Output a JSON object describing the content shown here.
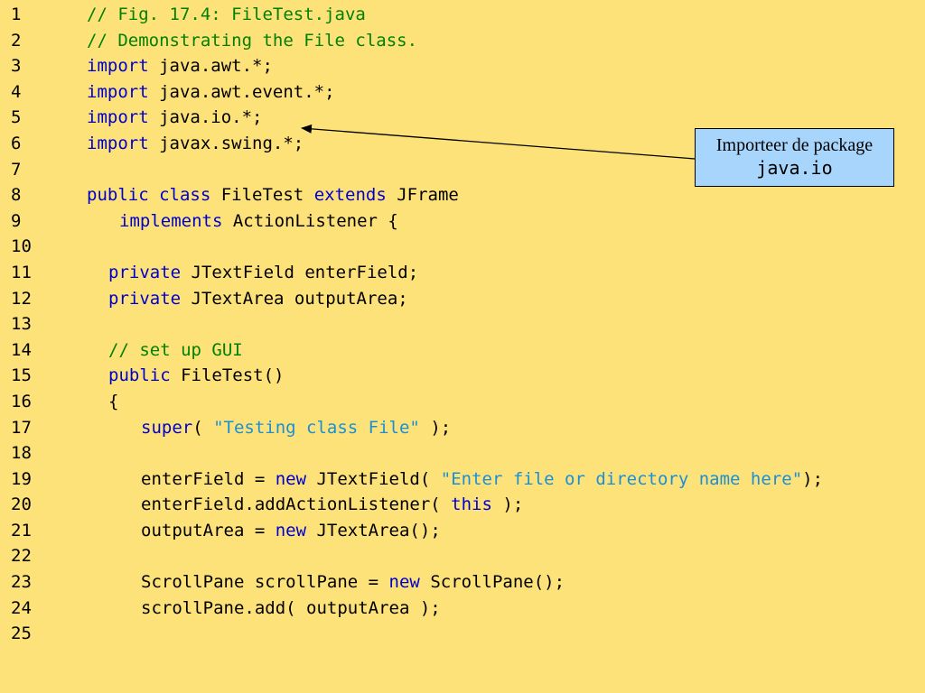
{
  "code": {
    "lines": [
      {
        "num": "1",
        "indent": 0,
        "tokens": [
          {
            "t": "// Fig. 17.4: FileTest.java",
            "c": "cm"
          }
        ]
      },
      {
        "num": "2",
        "indent": 0,
        "tokens": [
          {
            "t": "// Demonstrating the File class.",
            "c": "cm"
          }
        ]
      },
      {
        "num": "3",
        "indent": 0,
        "tokens": [
          {
            "t": "import",
            "c": "kw"
          },
          {
            "t": " java.awt.*;",
            "c": "pl"
          }
        ]
      },
      {
        "num": "4",
        "indent": 0,
        "tokens": [
          {
            "t": "import",
            "c": "kw"
          },
          {
            "t": " java.awt.event.*;",
            "c": "pl"
          }
        ]
      },
      {
        "num": "5",
        "indent": 0,
        "tokens": [
          {
            "t": "import",
            "c": "kw"
          },
          {
            "t": " java.io.*;",
            "c": "pl"
          }
        ]
      },
      {
        "num": "6",
        "indent": 0,
        "tokens": [
          {
            "t": "import",
            "c": "kw"
          },
          {
            "t": " javax.swing.*;",
            "c": "pl"
          }
        ]
      },
      {
        "num": "7",
        "indent": 0,
        "tokens": []
      },
      {
        "num": "8",
        "indent": 0,
        "tokens": [
          {
            "t": "public",
            "c": "kw"
          },
          {
            "t": " ",
            "c": "pl"
          },
          {
            "t": "class",
            "c": "kw"
          },
          {
            "t": " FileTest ",
            "c": "pl"
          },
          {
            "t": "extends",
            "c": "kw"
          },
          {
            "t": " JFrame",
            "c": "pl"
          }
        ]
      },
      {
        "num": "9",
        "indent": 3,
        "tokens": [
          {
            "t": "implements",
            "c": "kw"
          },
          {
            "t": " ActionListener {",
            "c": "pl"
          }
        ]
      },
      {
        "num": "10",
        "indent": 0,
        "tokens": []
      },
      {
        "num": "11",
        "indent": 2,
        "tokens": [
          {
            "t": "private",
            "c": "kw"
          },
          {
            "t": " JTextField enterField;",
            "c": "pl"
          }
        ]
      },
      {
        "num": "12",
        "indent": 2,
        "tokens": [
          {
            "t": "private",
            "c": "kw"
          },
          {
            "t": " JTextArea outputArea;",
            "c": "pl"
          }
        ]
      },
      {
        "num": "13",
        "indent": 0,
        "tokens": []
      },
      {
        "num": "14",
        "indent": 2,
        "tokens": [
          {
            "t": "// set up GUI",
            "c": "cm"
          }
        ]
      },
      {
        "num": "15",
        "indent": 2,
        "tokens": [
          {
            "t": "public",
            "c": "kw"
          },
          {
            "t": " FileTest()",
            "c": "pl"
          }
        ]
      },
      {
        "num": "16",
        "indent": 2,
        "tokens": [
          {
            "t": "{",
            "c": "pl"
          }
        ]
      },
      {
        "num": "17",
        "indent": 5,
        "tokens": [
          {
            "t": "super",
            "c": "kw"
          },
          {
            "t": "( ",
            "c": "pl"
          },
          {
            "t": "\"Testing class File\"",
            "c": "st"
          },
          {
            "t": " );",
            "c": "pl"
          }
        ]
      },
      {
        "num": "18",
        "indent": 0,
        "tokens": []
      },
      {
        "num": "19",
        "indent": 5,
        "tokens": [
          {
            "t": "enterField = ",
            "c": "pl"
          },
          {
            "t": "new",
            "c": "kw"
          },
          {
            "t": " JTextField( ",
            "c": "pl"
          },
          {
            "t": "\"Enter file or directory name here\"",
            "c": "st"
          },
          {
            "t": ");",
            "c": "pl"
          }
        ]
      },
      {
        "num": "20",
        "indent": 5,
        "tokens": [
          {
            "t": "enterField.addActionListener( ",
            "c": "pl"
          },
          {
            "t": "this",
            "c": "kw"
          },
          {
            "t": " );",
            "c": "pl"
          }
        ]
      },
      {
        "num": "21",
        "indent": 5,
        "tokens": [
          {
            "t": "outputArea = ",
            "c": "pl"
          },
          {
            "t": "new",
            "c": "kw"
          },
          {
            "t": " JTextArea();",
            "c": "pl"
          }
        ]
      },
      {
        "num": "22",
        "indent": 0,
        "tokens": []
      },
      {
        "num": "23",
        "indent": 5,
        "tokens": [
          {
            "t": "ScrollPane scrollPane = ",
            "c": "pl"
          },
          {
            "t": "new",
            "c": "kw"
          },
          {
            "t": " ScrollPane();",
            "c": "pl"
          }
        ]
      },
      {
        "num": "24",
        "indent": 5,
        "tokens": [
          {
            "t": "scrollPane.add( outputArea );",
            "c": "pl"
          }
        ]
      },
      {
        "num": "25",
        "indent": 0,
        "tokens": []
      }
    ]
  },
  "callout": {
    "title": "Importeer de package",
    "code": "java.io",
    "points_to_line": "5"
  },
  "colors": {
    "background": "#fde27a",
    "keyword": "#0000cc",
    "comment": "#008000",
    "string": "#1a8fd6",
    "plain": "#000000",
    "callout_fill": "#a8d5fb"
  }
}
